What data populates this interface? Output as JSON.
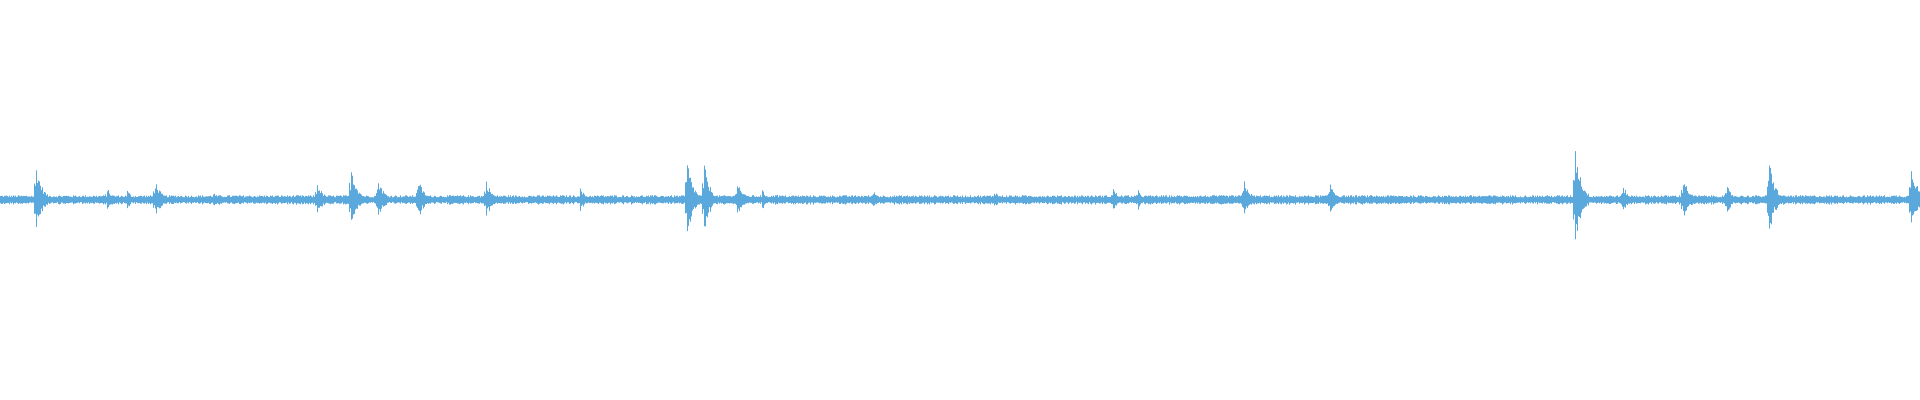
{
  "waveform": {
    "color": "#5aa8dc",
    "baseline_amplitude": 0.012,
    "transients": [
      {
        "t": 0.019,
        "amp": 0.09
      },
      {
        "t": 0.056,
        "amp": 0.03
      },
      {
        "t": 0.066,
        "amp": 0.025
      },
      {
        "t": 0.081,
        "amp": 0.05
      },
      {
        "t": 0.111,
        "amp": 0.02
      },
      {
        "t": 0.165,
        "amp": 0.045
      },
      {
        "t": 0.183,
        "amp": 0.09
      },
      {
        "t": 0.197,
        "amp": 0.055
      },
      {
        "t": 0.218,
        "amp": 0.055
      },
      {
        "t": 0.253,
        "amp": 0.05
      },
      {
        "t": 0.302,
        "amp": 0.03
      },
      {
        "t": 0.358,
        "amp": 0.1
      },
      {
        "t": 0.367,
        "amp": 0.09
      },
      {
        "t": 0.384,
        "amp": 0.05
      },
      {
        "t": 0.397,
        "amp": 0.025
      },
      {
        "t": 0.404,
        "amp": 0.02
      },
      {
        "t": 0.455,
        "amp": 0.025
      },
      {
        "t": 0.518,
        "amp": 0.025
      },
      {
        "t": 0.58,
        "amp": 0.03
      },
      {
        "t": 0.593,
        "amp": 0.025
      },
      {
        "t": 0.648,
        "amp": 0.05
      },
      {
        "t": 0.693,
        "amp": 0.045
      },
      {
        "t": 0.821,
        "amp": 0.14
      },
      {
        "t": 0.846,
        "amp": 0.035
      },
      {
        "t": 0.877,
        "amp": 0.06
      },
      {
        "t": 0.9,
        "amp": 0.035
      },
      {
        "t": 0.922,
        "amp": 0.1
      },
      {
        "t": 0.996,
        "amp": 0.1
      }
    ]
  }
}
